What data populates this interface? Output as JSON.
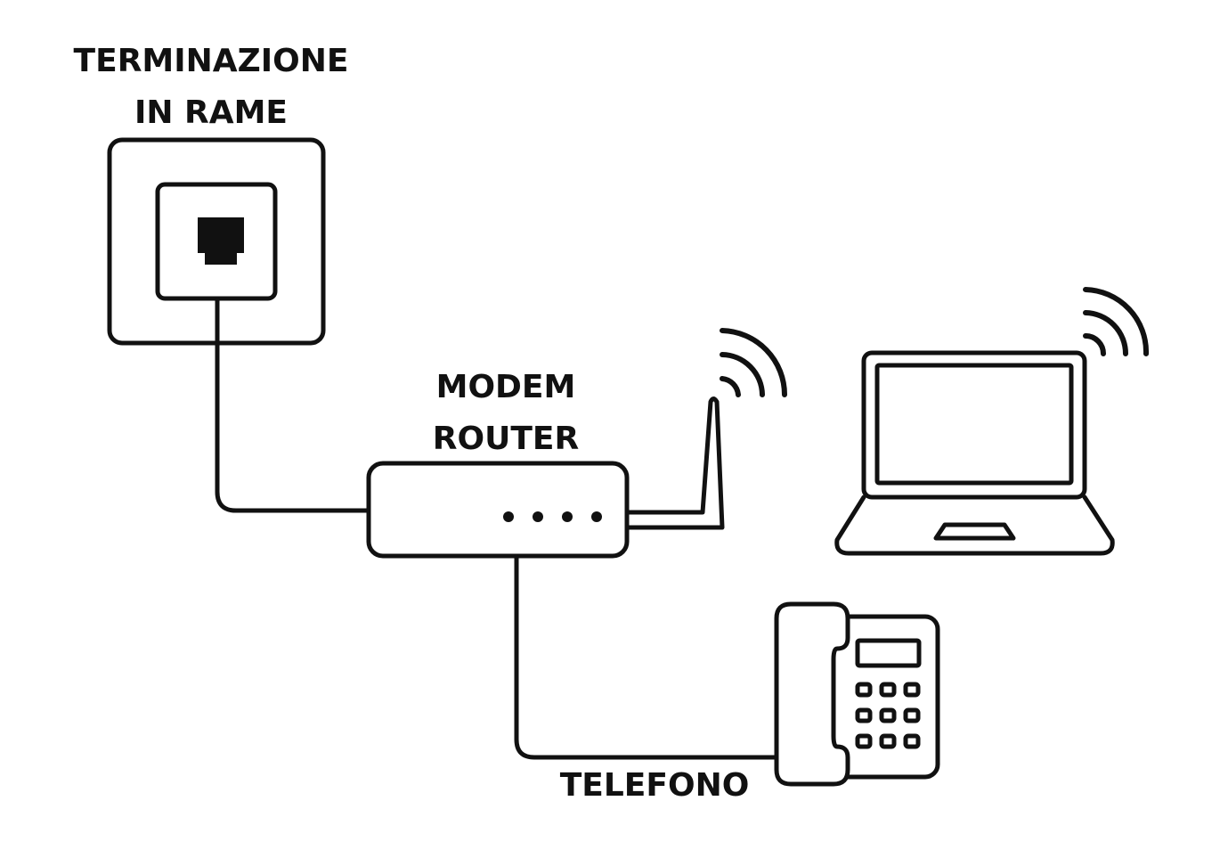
{
  "diagram": {
    "labels": {
      "wall_socket_line1": "TERMINAZIONE",
      "wall_socket_line2": "IN RAME",
      "router_line1": "MODEM",
      "router_line2": "ROUTER",
      "phone": "TELEFONO"
    },
    "colors": {
      "line": "#111111",
      "background": "#ffffff"
    },
    "icons": {
      "wall_socket": "rj-socket-icon",
      "router": "router-icon",
      "laptop": "laptop-icon",
      "phone": "desk-phone-icon",
      "wifi": "wifi-signal-icon"
    }
  }
}
